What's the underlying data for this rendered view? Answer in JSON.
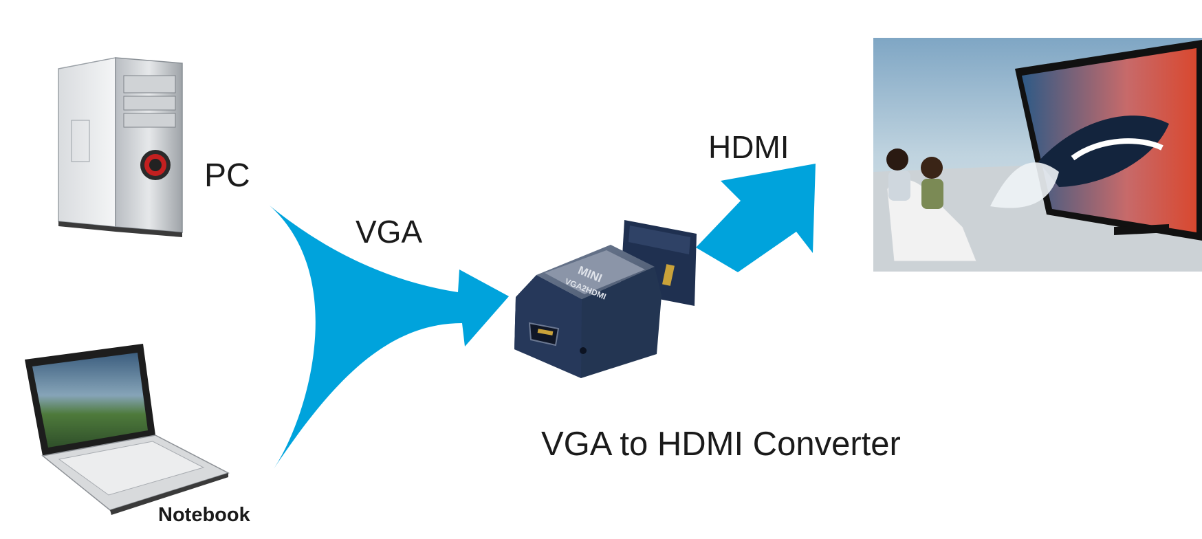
{
  "labels": {
    "pc": "PC",
    "vga": "VGA",
    "hdmi": "HDMI",
    "notebook": "Notebook",
    "converter": "VGA to HDMI Converter"
  },
  "adapter_print": {
    "line1": "MINI",
    "line2": "VGA2HDMI"
  },
  "colors": {
    "arrow": "#00a3dc",
    "adapter_body": "#233552",
    "adapter_top": "#5d6b82",
    "adapter_face": "#8b95a8"
  },
  "icons": [
    "pc-tower-icon",
    "notebook-laptop-icon",
    "vga-hdmi-adapter-icon",
    "tv-scene-image"
  ]
}
